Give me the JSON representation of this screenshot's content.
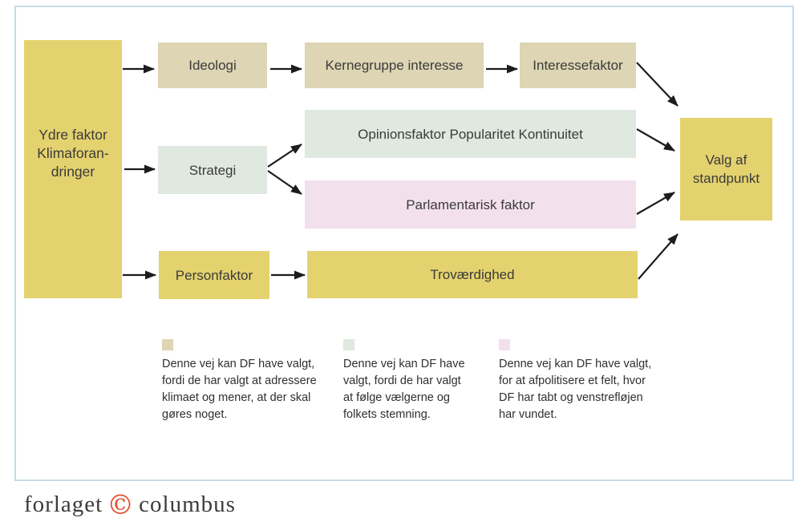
{
  "boxes": {
    "ydre": {
      "label": "Ydre faktor\nKlimaforan-\ndringer"
    },
    "ideologi": {
      "label": "Ideologi"
    },
    "kernegruppe": {
      "label": "Kernegruppe interesse"
    },
    "interessefaktor": {
      "label": "Interessefaktor"
    },
    "opinionsfaktor": {
      "label": "Opinionsfaktor Popularitet Kontinuitet"
    },
    "strategi": {
      "label": "Strategi"
    },
    "parlamentarisk": {
      "label": "Parlamentarisk faktor"
    },
    "personfaktor": {
      "label": "Personfaktor"
    },
    "trovaerdighed": {
      "label": "Troværdighed"
    },
    "valg": {
      "label": "Valg af\nstandpunkt"
    }
  },
  "legend": {
    "items": [
      {
        "swatch_color": "#ddd5b4",
        "text": "Denne vej kan DF have valgt,\nfordi de har valgt at adressere\nklimaet og mener, at der skal\ngøres noget."
      },
      {
        "swatch_color": "#e0e9e0",
        "text": "Denne vej kan DF have\nvalgt, fordi de har valgt\nat følge vælgerne og\nfolkets stemning."
      },
      {
        "swatch_color": "#f2e1ec",
        "text": "Denne vej kan DF have valgt,\nfor at afpolitisere et felt, hvor\nDF har tabt og venstrefløjen\nhar vundet."
      }
    ]
  },
  "footer": {
    "publisher_left": "forlaget",
    "copyright_symbol": "©",
    "publisher_right": "columbus"
  },
  "colors": {
    "yellow": "#e4d26f",
    "tan": "#ddd5b4",
    "green": "#e0e9e0",
    "pink": "#f2e1ec",
    "frame_border": "#c6dbe9",
    "arrow": "#1c1c1c",
    "box_text": "#3b3b3a",
    "logo_copyright": "#e04e2c"
  }
}
